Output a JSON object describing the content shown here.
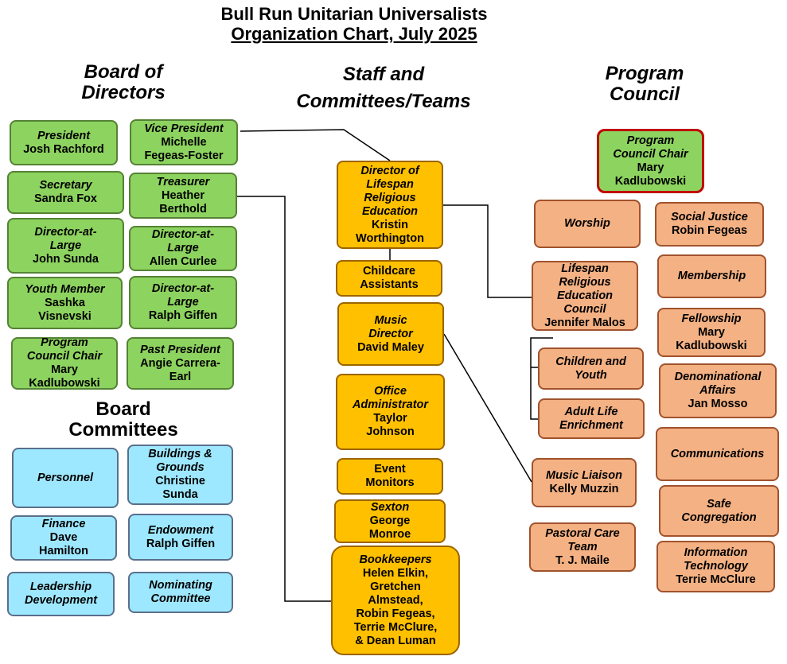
{
  "title": {
    "line1": "Bull Run Unitarian Universalists",
    "line2": "Organization Chart, July 2025"
  },
  "headings": {
    "board_line1": "Board of",
    "board_line2": "Directors",
    "staff_line1": "Staff and",
    "staff_line2": "Committees/Teams",
    "program_line1": "Program",
    "program_line2": "Council",
    "committees_line1": "Board",
    "committees_line2": "Committees"
  },
  "board": {
    "president": {
      "role": "President",
      "name": "Josh Rachford"
    },
    "vice_president": {
      "role": "Vice President",
      "name1": "Michelle",
      "name2": "Fegeas-Foster"
    },
    "secretary": {
      "role": "Secretary",
      "name": "Sandra Fox"
    },
    "treasurer": {
      "role": "Treasurer",
      "name1": "Heather",
      "name2": "Berthold"
    },
    "director_sunda": {
      "role1": "Director-at-",
      "role2": "Large",
      "name": "John Sunda"
    },
    "director_curlee": {
      "role1": "Director-at-",
      "role2": "Large",
      "name": "Allen Curlee"
    },
    "youth_member": {
      "role": "Youth Member",
      "name1": "Sashka",
      "name2": "Visnevski"
    },
    "director_giffen": {
      "role1": "Director-at-",
      "role2": "Large",
      "name": "Ralph Giffen"
    },
    "program_chair": {
      "role1": "Program",
      "role2": "Council Chair",
      "name1": "Mary",
      "name2": "Kadlubowski"
    },
    "past_president": {
      "role": "Past President",
      "name1": "Angie Carrera-",
      "name2": "Earl"
    }
  },
  "committees": {
    "personnel": "Personnel",
    "buildings": {
      "role1": "Buildings &",
      "role2": "Grounds",
      "name1": "Christine",
      "name2": "Sunda"
    },
    "finance": {
      "role": "Finance",
      "name1": "Dave",
      "name2": "Hamilton"
    },
    "endowment": {
      "role": "Endowment",
      "name": "Ralph Giffen"
    },
    "leadership": {
      "role1": "Leadership",
      "role2": "Development"
    },
    "nominating": {
      "role1": "Nominating",
      "role2": "Committee"
    }
  },
  "staff": {
    "dlre": {
      "role1": "Director of",
      "role2": "Lifespan",
      "role3": "Religious",
      "role4": "Education",
      "name1": "Kristin",
      "name2": "Worthington"
    },
    "childcare": {
      "line1": "Childcare",
      "line2": "Assistants"
    },
    "music": {
      "role1": "Music",
      "role2": "Director",
      "name": "David Maley"
    },
    "office": {
      "role1": "Office",
      "role2": "Administrator",
      "name1": "Taylor",
      "name2": "Johnson"
    },
    "event": {
      "line1": "Event",
      "line2": "Monitors"
    },
    "sexton": {
      "role": "Sexton",
      "name1": "George",
      "name2": "Monroe"
    },
    "bookkeepers": {
      "role": "Bookkeepers",
      "n1": "Helen Elkin,",
      "n2": "Gretchen",
      "n3": "Almstead,",
      "n4": "Robin Fegeas,",
      "n5": "Terrie McClure,",
      "n6": "& Dean Luman"
    }
  },
  "program": {
    "chair": {
      "role1": "Program",
      "role2": "Council Chair",
      "name1": "Mary",
      "name2": "Kadlubowski"
    },
    "worship": "Worship",
    "social_justice": {
      "role": "Social Justice",
      "name": "Robin Fegeas"
    },
    "lre_council": {
      "role1": "Lifespan",
      "role2": "Religious",
      "role3": "Education",
      "role4": "Council",
      "name": "Jennifer Malos"
    },
    "membership": "Membership",
    "fellowship": {
      "role": "Fellowship",
      "name1": "Mary",
      "name2": "Kadlubowski"
    },
    "children_youth": {
      "role1": "Children and",
      "role2": "Youth"
    },
    "denominational": {
      "role1": "Denominational",
      "role2": "Affairs",
      "name": "Jan Mosso"
    },
    "adult_life": {
      "role1": "Adult Life",
      "role2": "Enrichment"
    },
    "communications": "Communications",
    "music_liaison": {
      "role": "Music Liaison",
      "name": "Kelly Muzzin"
    },
    "safe_congregation": {
      "role1": "Safe",
      "role2": "Congregation"
    },
    "pastoral_care": {
      "role1": "Pastoral Care",
      "role2": "Team",
      "name": "T. J. Maile"
    },
    "info_tech": {
      "role1": "Information",
      "role2": "Technology",
      "name": "Terrie McClure"
    }
  },
  "colors": {
    "board": "#8dd35f",
    "staff": "#ffc000",
    "program": "#f4b183",
    "committees": "#9ee8ff",
    "chair_border": "#c00000"
  }
}
